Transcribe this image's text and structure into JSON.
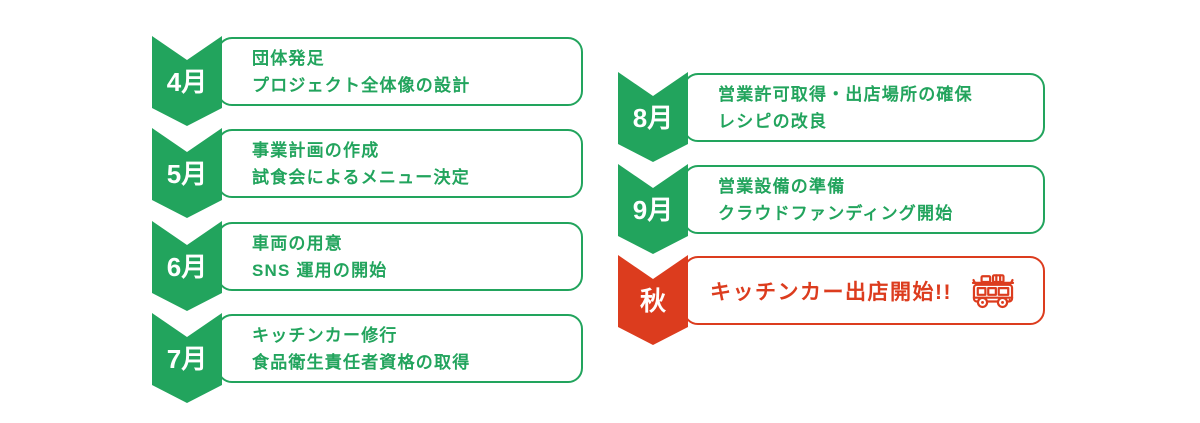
{
  "colors": {
    "green": "#22a45d",
    "red": "#dc3c1e",
    "background": "#ffffff",
    "month_text": "#ffffff"
  },
  "timeline": {
    "left_column": {
      "items": [
        {
          "month": "4月",
          "lines": [
            "団体発足",
            "プロジェクト全体像の設計"
          ],
          "accent": "green"
        },
        {
          "month": "5月",
          "lines": [
            "事業計画の作成",
            "試食会によるメニュー決定"
          ],
          "accent": "green"
        },
        {
          "month": "6月",
          "lines": [
            "車両の用意",
            "SNS 運用の開始"
          ],
          "accent": "green"
        },
        {
          "month": "7月",
          "lines": [
            "キッチンカー修行",
            "食品衛生責任者資格の取得"
          ],
          "accent": "green"
        }
      ]
    },
    "right_column": {
      "items": [
        {
          "month": "8月",
          "lines": [
            "営業許可取得・出店場所の確保",
            "レシピの改良"
          ],
          "accent": "green"
        },
        {
          "month": "9月",
          "lines": [
            "営業設備の準備",
            "クラウドファンディング開始"
          ],
          "accent": "green"
        },
        {
          "month": "秋",
          "lines": [
            "キッチンカー出店開始!!"
          ],
          "accent": "red",
          "icon": "food-truck-icon"
        }
      ]
    }
  }
}
